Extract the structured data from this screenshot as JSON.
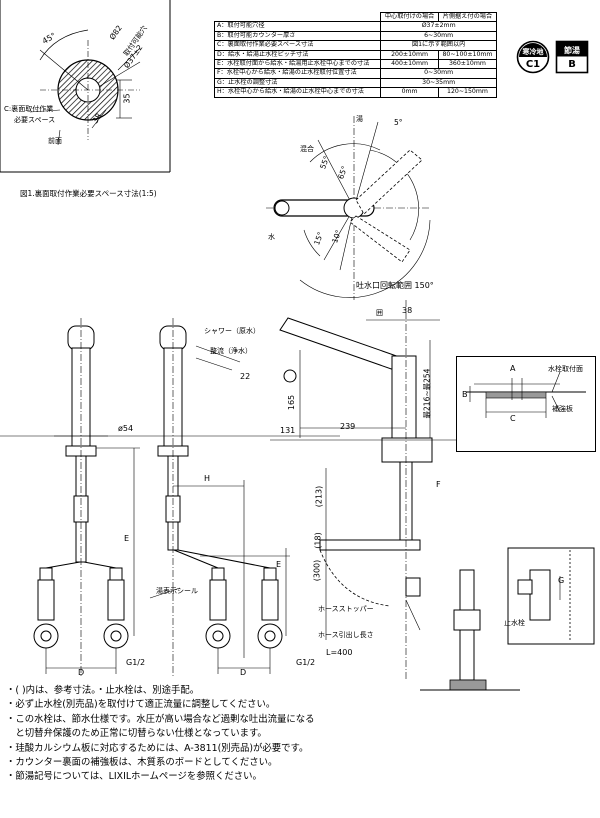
{
  "fig1": {
    "caption": "図1.裏面取付作業必要スペース寸法(1:5)",
    "angle": "45°",
    "dia_outer": "Ø82",
    "mount_hole_label": "取付可能穴",
    "mount_hole_dim": "Ø37±2",
    "dim_35": "35",
    "dim_38": "38",
    "space_label_1": "C:裏面取付作業",
    "space_label_2": "必要スペース",
    "front_label": "前面"
  },
  "spec_table": {
    "header_center": "中心取付けの場合",
    "header_side": "片側据え付の場合",
    "rows": [
      {
        "label": "A：取付可能穴径",
        "center": "Ø37±2mm",
        "side": ""
      },
      {
        "label": "B：取付可能カウンター厚さ",
        "center": "6~30mm",
        "side": ""
      },
      {
        "label": "C：裏面取付作業必要スペース寸法",
        "center": "図1に示す範囲以内",
        "side": ""
      },
      {
        "label": "D：給水・給湯止水栓ピッチ寸法",
        "center": "200±10mm",
        "side": "80~100±10mm"
      },
      {
        "label": "E：水栓取付面から給水・給湯用止水栓中心までの寸法",
        "center": "400±10mm",
        "side": "360±10mm"
      },
      {
        "label": "F：水栓中心から給水・給湯の止水栓取付位置寸法",
        "center": "0~30mm",
        "side": ""
      },
      {
        "label": "G：止水栓の調整寸法",
        "center": "30~35mm",
        "side": ""
      },
      {
        "label": "H：水栓中心から給水・給湯の止水栓中心までの寸法",
        "center": "0mm",
        "side": "120~150mm"
      }
    ]
  },
  "badges": {
    "c1_top": "寒冷地",
    "c1_bottom": "C1",
    "b_top": "節湯",
    "b_bottom": "B"
  },
  "top_view": {
    "yu": "湯",
    "mizu": "水",
    "kongo": "混合",
    "angle_5": "5°",
    "angle_55": "55°",
    "angle_65": "65°",
    "angle_15": "15°",
    "angle_10": "10°",
    "rotation": "吐水口回転範囲 150°"
  },
  "front_view": {
    "shower_label": "シャワー（原水）",
    "seiryu_label": "整流（浄水）",
    "dim_22": "22",
    "dim_54": "ø54",
    "dim_h": "H",
    "dim_e": "E",
    "dim_d": "D",
    "g12": "G1/2",
    "yu_label": "湯表示シール"
  },
  "side_view": {
    "dim_38": "38",
    "dim_mawashi": "囲",
    "dim_165": "165",
    "dim_131": "131",
    "dim_239": "239",
    "dim_range": "最216~最254",
    "dim_213": "(213)",
    "dim_18": "(18)",
    "dim_300": "(300)",
    "dim_f": "F",
    "hose_stopper": "ホースストッパー",
    "hose_length": "ホース引出し長さ",
    "hose_L": "L=400",
    "dim_g": "G",
    "stop_valve": "止水栓"
  },
  "counter_detail": {
    "dim_a": "A",
    "dim_b": "B",
    "dim_c": "C",
    "mount_label": "水栓取付面",
    "plate_label": "補強板"
  },
  "notes": [
    "・(  )内は、参考寸法。・止水栓は、別途手配。",
    "・必ず止水栓(別売品)を取付けて適正流量に調整してください。",
    "・この水栓は、節水仕様です。水圧が高い場合など過剰な吐出流量になる",
    "　と切替弁保護のため正常に切替らない仕様となっています。",
    "・珪酸カルシウム板に対応するためには、A-3811(別売品)が必要です。",
    "・カウンター裏面の補強板は、木質系のボードとしてください。",
    "・節湯記号については、LIXILホームページを参照ください。"
  ]
}
